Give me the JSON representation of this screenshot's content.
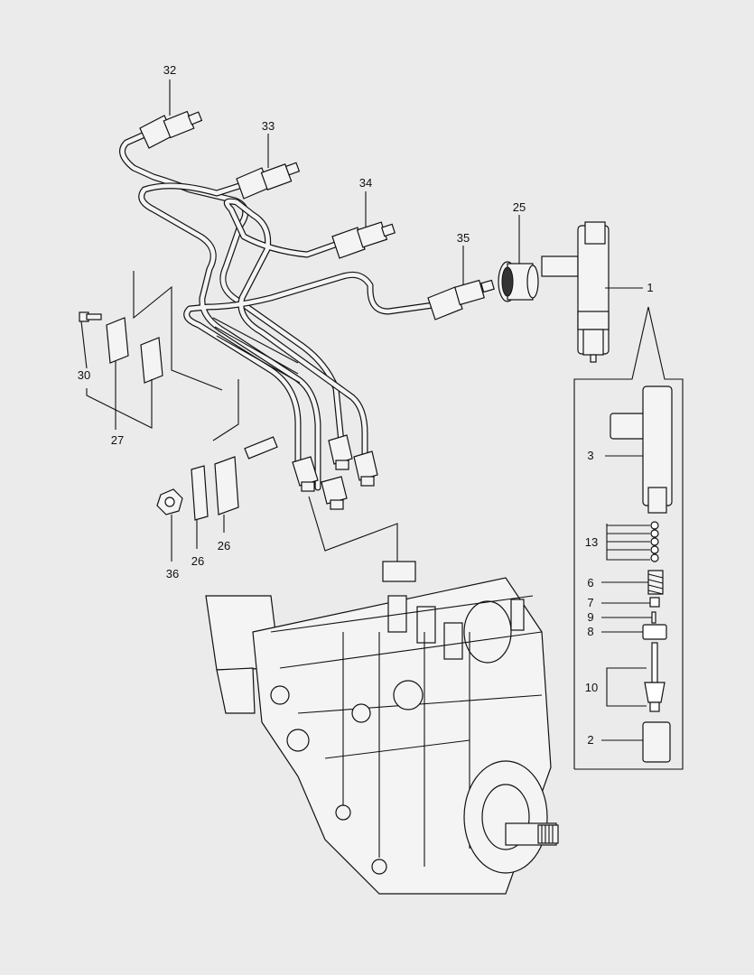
{
  "colors": {
    "background": "#ebebeb",
    "ink": "#111111",
    "fill": "#f4f4f4"
  },
  "labels": {
    "l32": "32",
    "l33": "33",
    "l34": "34",
    "l35": "35",
    "l25": "25",
    "l1": "1",
    "l30": "30",
    "l27": "27",
    "l3": "3",
    "l13": "13",
    "l6": "6",
    "l7": "7",
    "l9": "9",
    "l8": "8",
    "l10": "10",
    "l2": "2",
    "l36": "36",
    "l26a": "26",
    "l26b": "26"
  }
}
